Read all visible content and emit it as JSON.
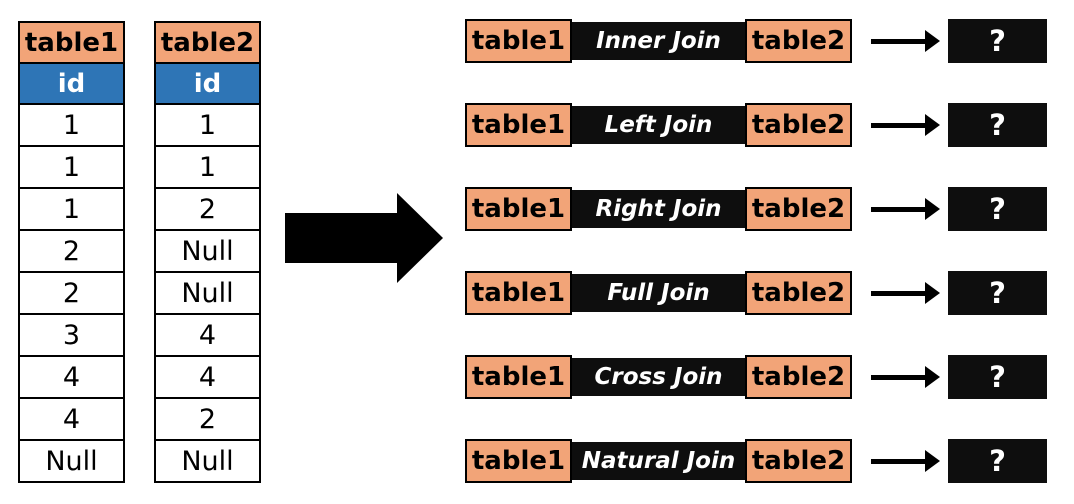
{
  "left_panel": {
    "tables": [
      {
        "title": "table1",
        "column": "id",
        "rows": [
          "1",
          "1",
          "1",
          "2",
          "2",
          "3",
          "4",
          "4",
          "Null"
        ]
      },
      {
        "title": "table2",
        "column": "id",
        "rows": [
          "1",
          "1",
          "2",
          "Null",
          "Null",
          "4",
          "4",
          "2",
          "Null"
        ]
      }
    ]
  },
  "icons": {
    "big_arrow": "right-arrow",
    "row_arrow": "right-arrow"
  },
  "joins": [
    {
      "left": "table1",
      "label": "Inner Join",
      "right": "table2",
      "result": "?"
    },
    {
      "left": "table1",
      "label": "Left Join",
      "right": "table2",
      "result": "?"
    },
    {
      "left": "table1",
      "label": "Right Join",
      "right": "table2",
      "result": "?"
    },
    {
      "left": "table1",
      "label": "Full Join",
      "right": "table2",
      "result": "?"
    },
    {
      "left": "table1",
      "label": "Cross Join",
      "right": "table2",
      "result": "?"
    },
    {
      "left": "table1",
      "label": "Natural Join",
      "right": "table2",
      "result": "?"
    }
  ],
  "colors": {
    "table_title_bg": "#F2A478",
    "id_header_bg": "#2E75B6",
    "id_header_text": "#FFFFFF",
    "bar_bg": "#0E0E0E",
    "bar_text": "#FFFFFF",
    "border": "#000000",
    "background": "#FFFFFF"
  }
}
